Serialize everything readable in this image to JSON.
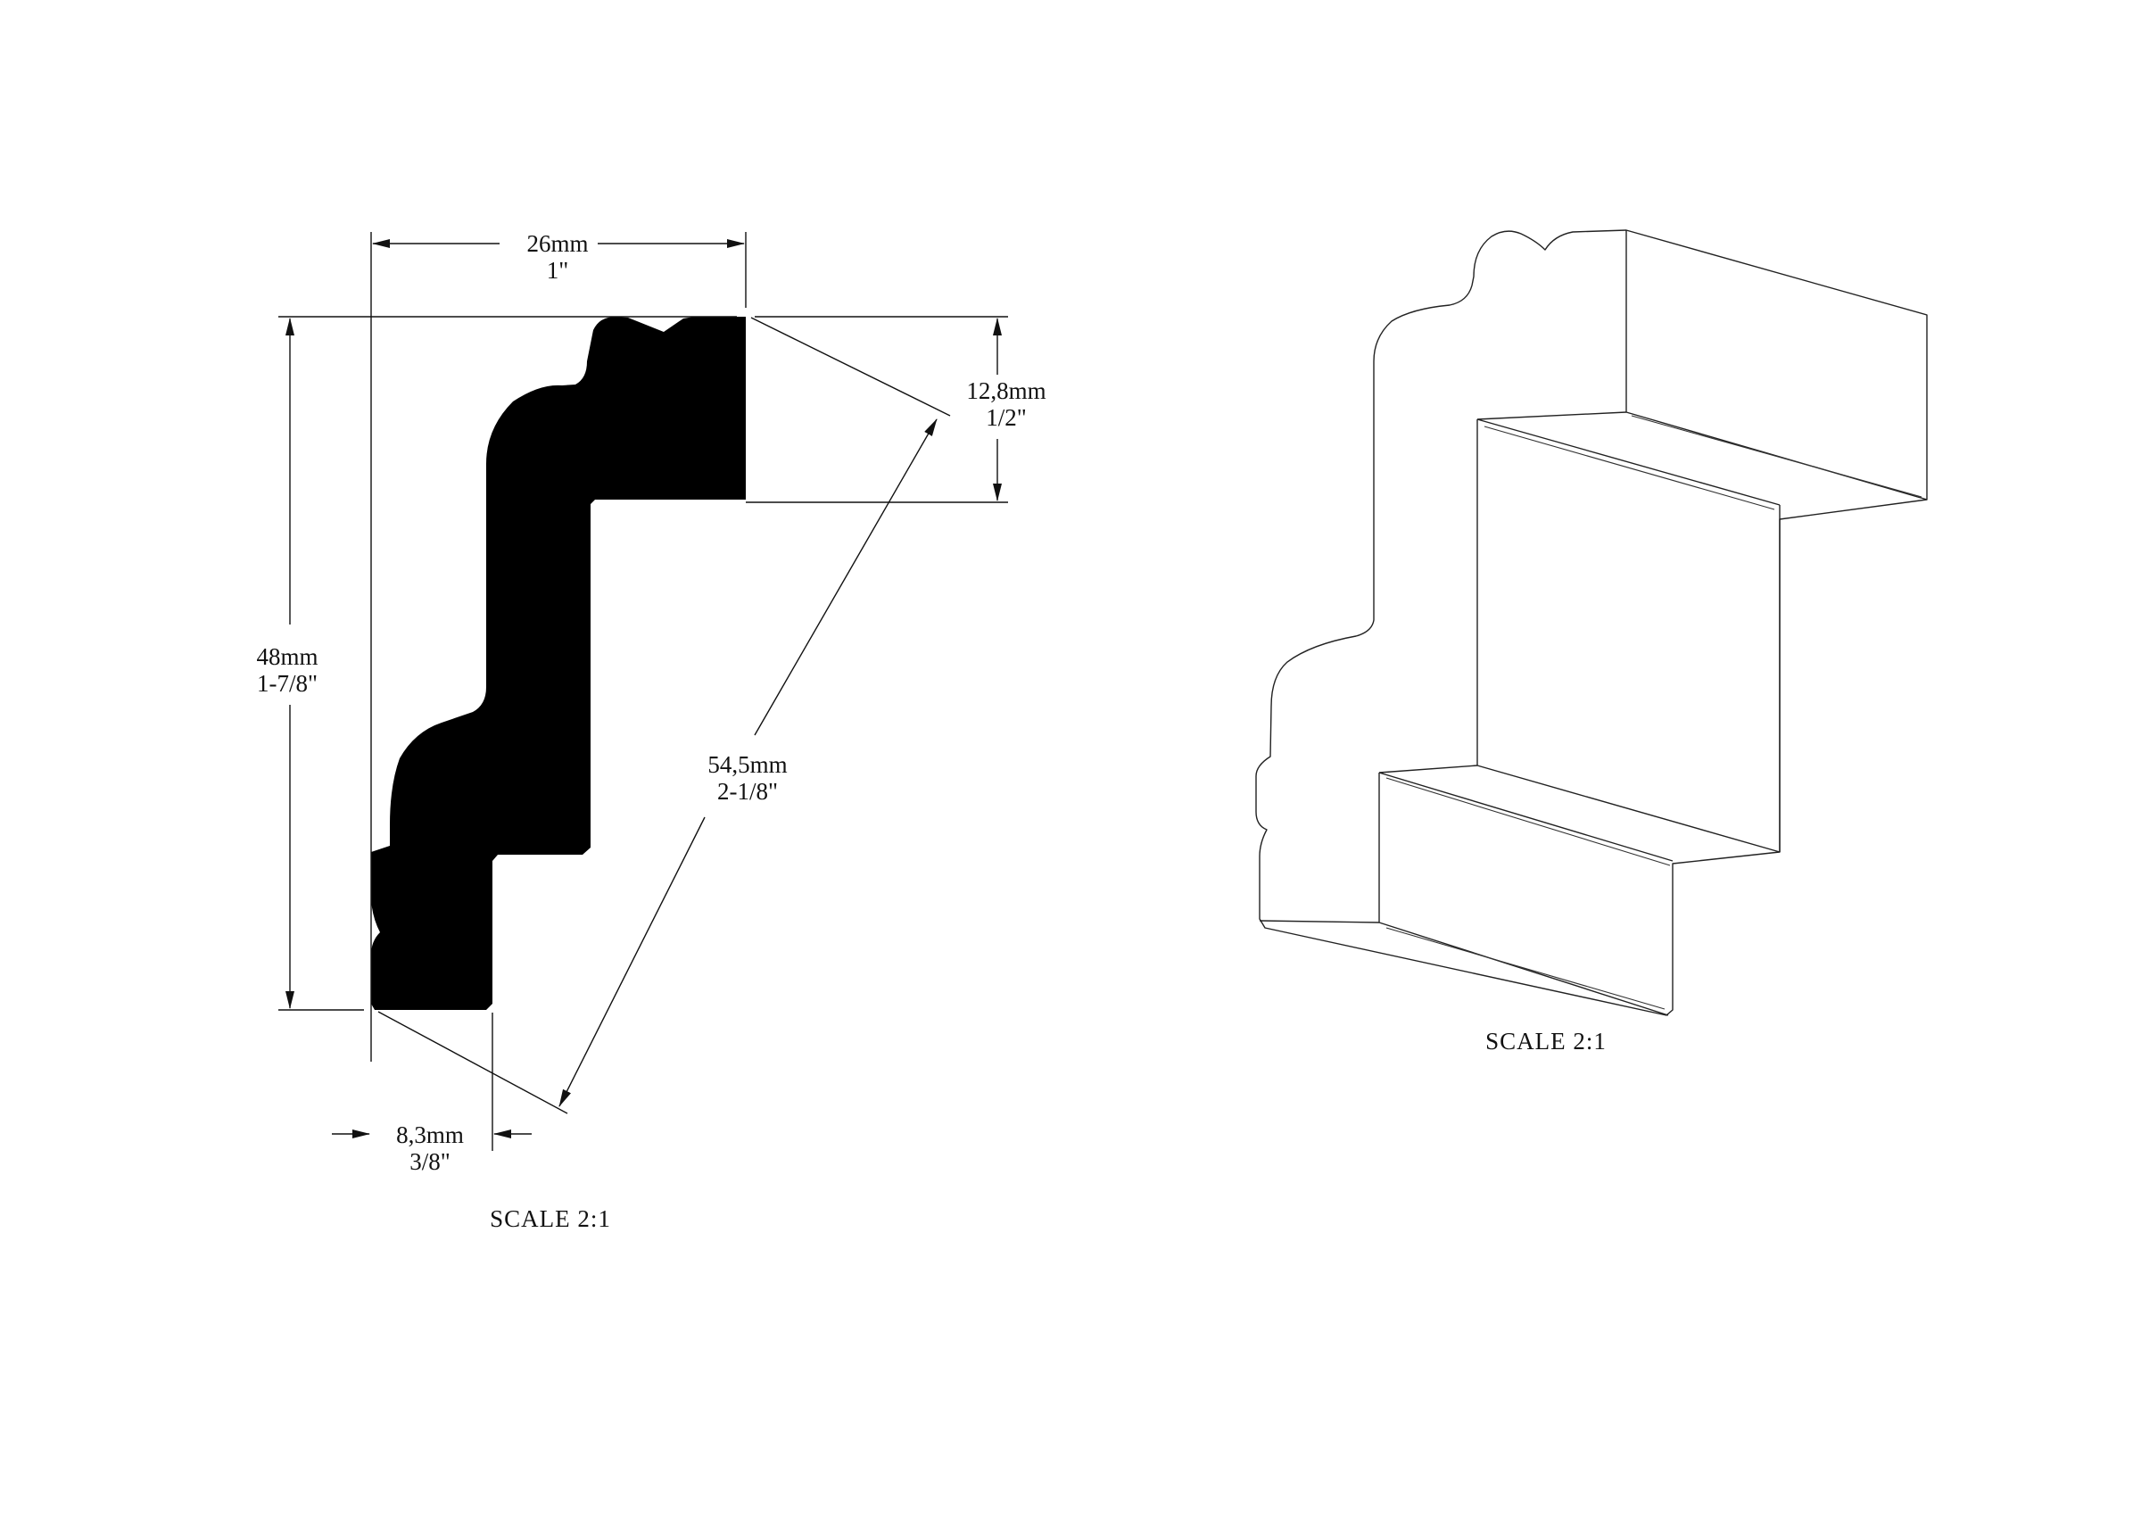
{
  "profile_view": {
    "width": {
      "metric": "26mm",
      "imperial": "1\""
    },
    "height": {
      "metric": "48mm",
      "imperial": "1-7/8\""
    },
    "projection": {
      "metric": "12,8mm",
      "imperial": "1/2\""
    },
    "diagonal": {
      "metric": "54,5mm",
      "imperial": "2-1/8\""
    },
    "base": {
      "metric": "8,3mm",
      "imperial": "3/8\""
    },
    "scale": "SCALE  2:1"
  },
  "isometric_view": {
    "scale": "SCALE  2:1"
  },
  "colors": {
    "profile_fill": "#000000",
    "line": "#111111",
    "background": "#ffffff"
  }
}
